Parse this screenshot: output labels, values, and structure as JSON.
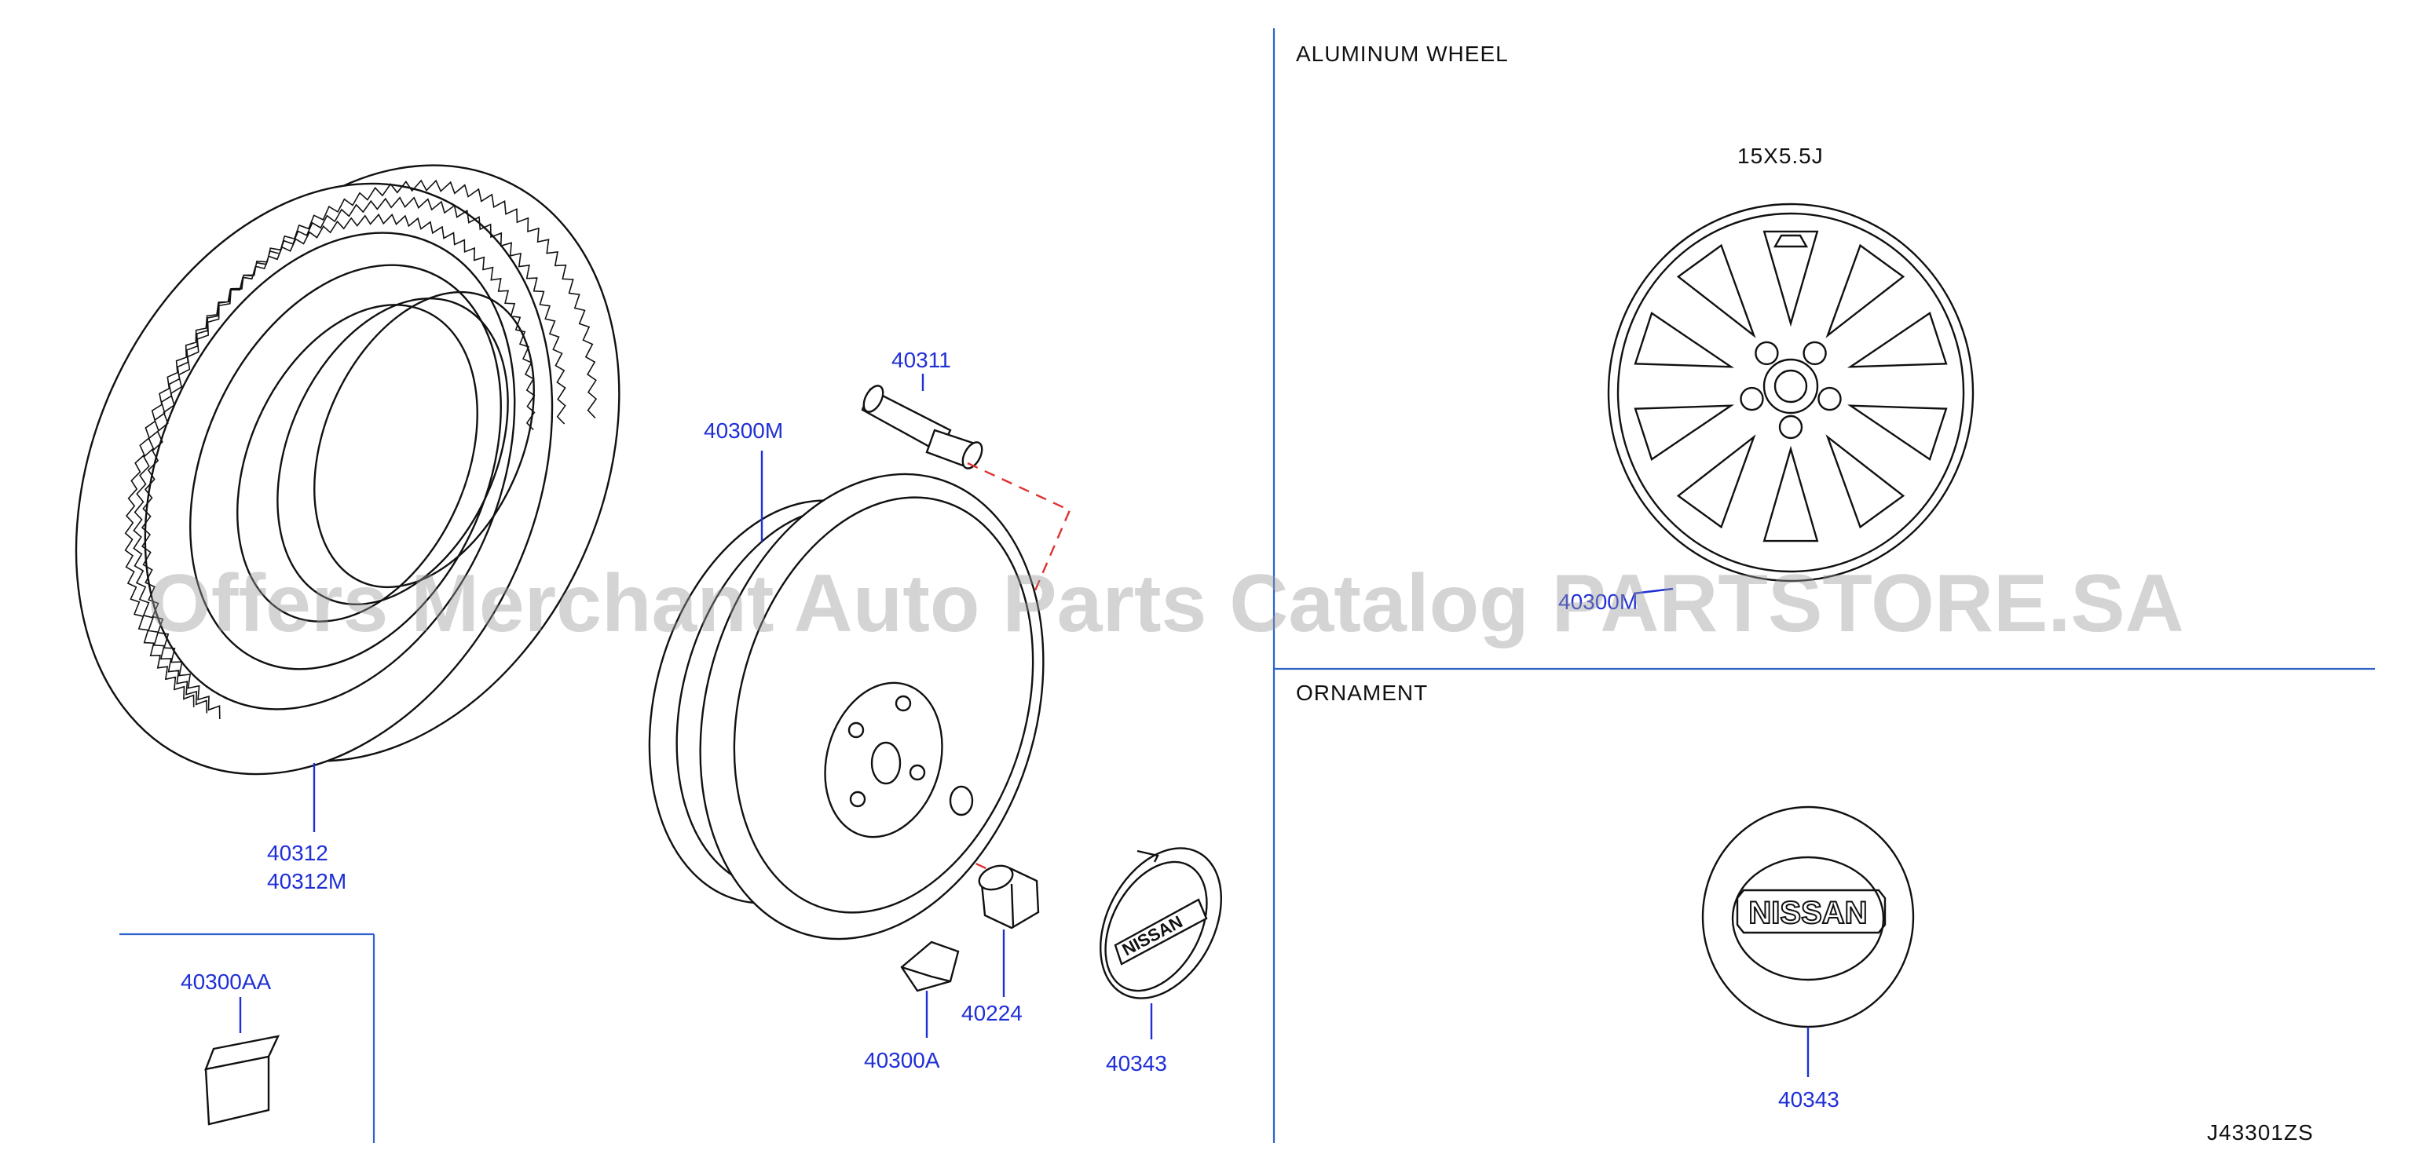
{
  "sections": {
    "aluminum_wheel": {
      "title": "ALUMINUM   WHEEL",
      "size": "15X5.5J"
    },
    "ornament": {
      "title": "ORNAMENT"
    }
  },
  "parts": {
    "tire": [
      "40312",
      "40312M"
    ],
    "valve": "40311",
    "steel_wheel": "40300M",
    "wheel_nut": "40224",
    "balance_weight": "40300A",
    "balance_weight_box": "40300AA",
    "center_cap": "40343",
    "aluminum_wheel": "40300M",
    "ornament_cap": "40343"
  },
  "badge_text": "NISSAN",
  "diagram_code": "J43301ZS",
  "watermark": "Offers Merchant Auto Parts Catalog PARTSTORE.SA",
  "colors": {
    "callout": "#1f2fd6",
    "frame": "#2d62c8",
    "dashed_link": "#e03030",
    "watermark": "#9a9a9a"
  }
}
